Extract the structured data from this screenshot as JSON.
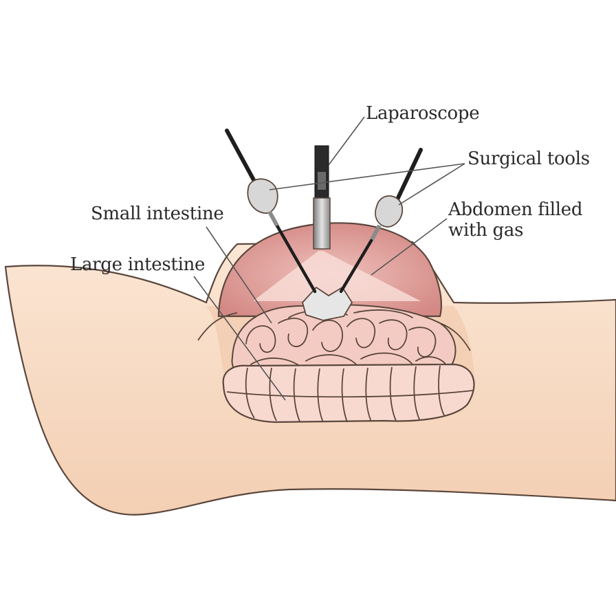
{
  "labels": {
    "laparoscope": "Laparoscope",
    "surgical_tools": "Surgical tools",
    "small_intestine": "Small intestine",
    "large_intestine": "Large intestine",
    "abdomen_line1": "Abdomen filled",
    "abdomen_line2": "with gas"
  },
  "colors": {
    "skin": "#f8ddc6",
    "skin_shadow": "#eec0a0",
    "outline": "#4a3a33",
    "cavity": "#dc9592",
    "cavity_light": "#f1c8c2",
    "intestine": "#f6cfc6",
    "intestine_shade": "#e3a9a0",
    "tool_shaft": "#1e1e1e",
    "port": "#d8d8d8",
    "leader": "#555555"
  }
}
